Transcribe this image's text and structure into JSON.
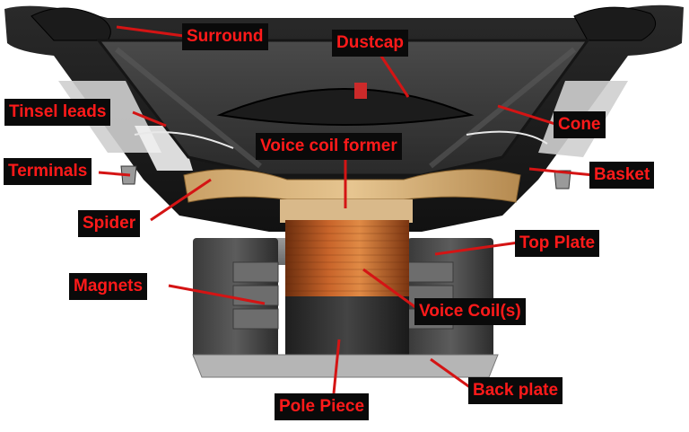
{
  "colors": {
    "label_text": "#ff1a1a",
    "label_bg": "#0a0a0a",
    "leader_line": "#d41414"
  },
  "labels": {
    "surround": "Surround",
    "dustcap": "Dustcap",
    "tinsel_leads": "Tinsel leads",
    "cone": "Cone",
    "voice_coil_former": "Voice coil former",
    "terminals": "Terminals",
    "basket": "Basket",
    "spider": "Spider",
    "top_plate": "Top Plate",
    "magnets": "Magnets",
    "voice_coils": "Voice Coil(s)",
    "back_plate": "Back plate",
    "pole_piece": "Pole Piece"
  }
}
